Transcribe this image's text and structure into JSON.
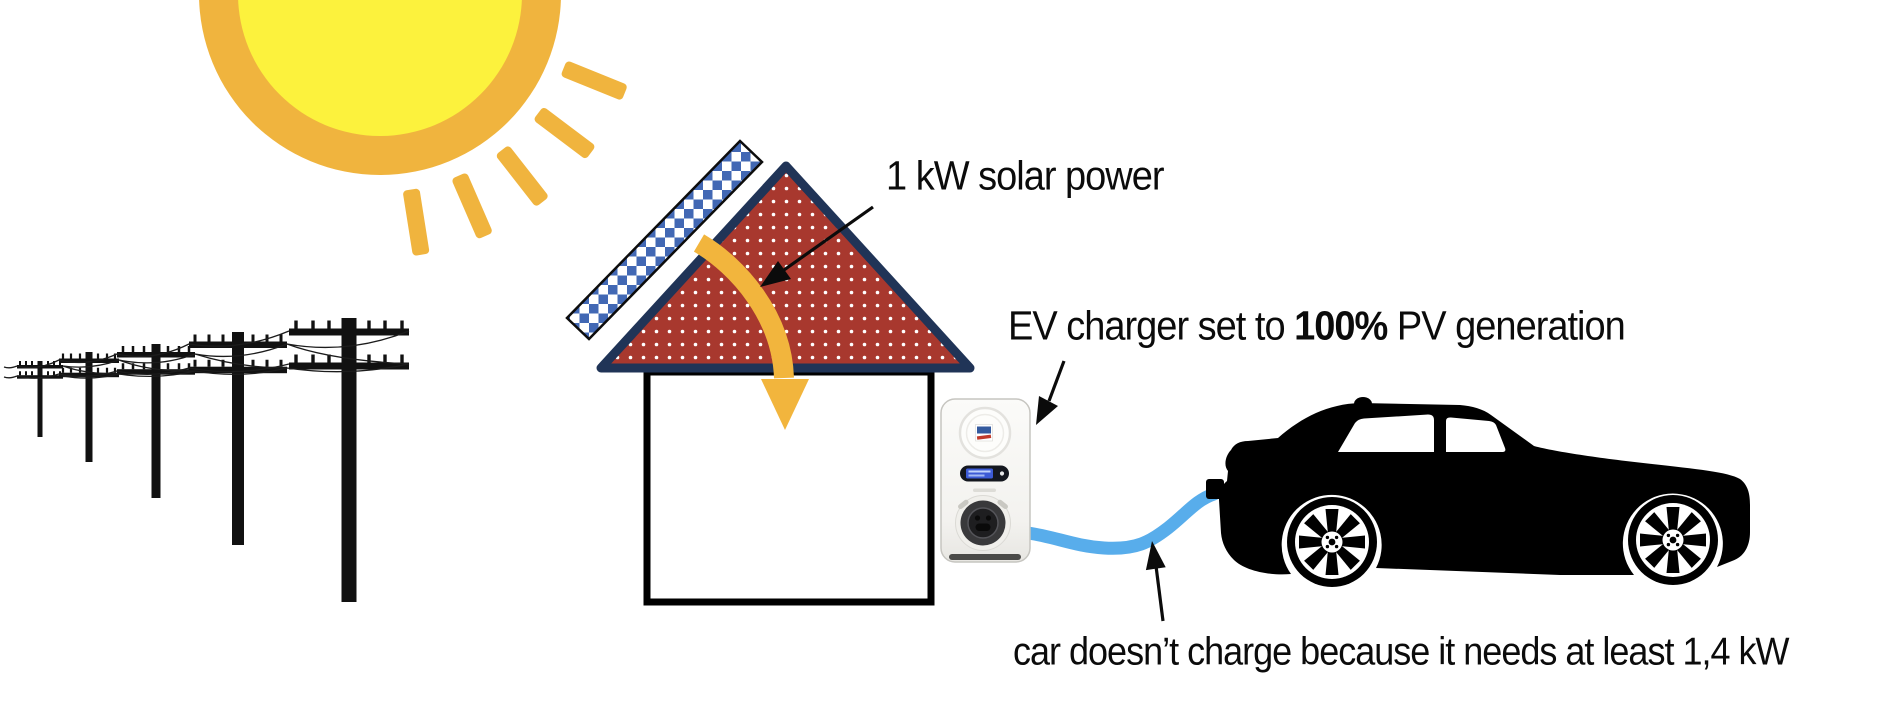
{
  "diagram": {
    "annotations": {
      "solar_power": "1 kW solar power",
      "ev_charger_prefix": "EV charger set to ",
      "ev_charger_bold": "100%",
      "ev_charger_suffix": " PV generation",
      "car_no_charge": "car doesn’t charge because it needs at least 1,4 kW"
    },
    "colors": {
      "background": "#FFFFFF",
      "sun_core": "#FCF23D",
      "sun_ring": "#F0B43E",
      "sun_ray": "#F0B43E",
      "energy_arrow": "#F2B53D",
      "roof_red": "#A8382E",
      "roof_border": "#203457",
      "panel_blue": "#4268B4",
      "cable_blue": "#58ADEB",
      "silhouette_black": "#000000",
      "charger_screen_blue": "#3D5BD6",
      "annotation_text": "#000000"
    },
    "icons": {
      "sun": "sun-icon",
      "power_lines": "power-lines-icon",
      "house": "house-icon",
      "solar_panel": "solar-panel-icon",
      "energy_flow": "energy-flow-arrow",
      "ev_charger": "ev-charger-icon",
      "charging_cable": "charging-cable",
      "car": "ev-car-icon"
    }
  }
}
